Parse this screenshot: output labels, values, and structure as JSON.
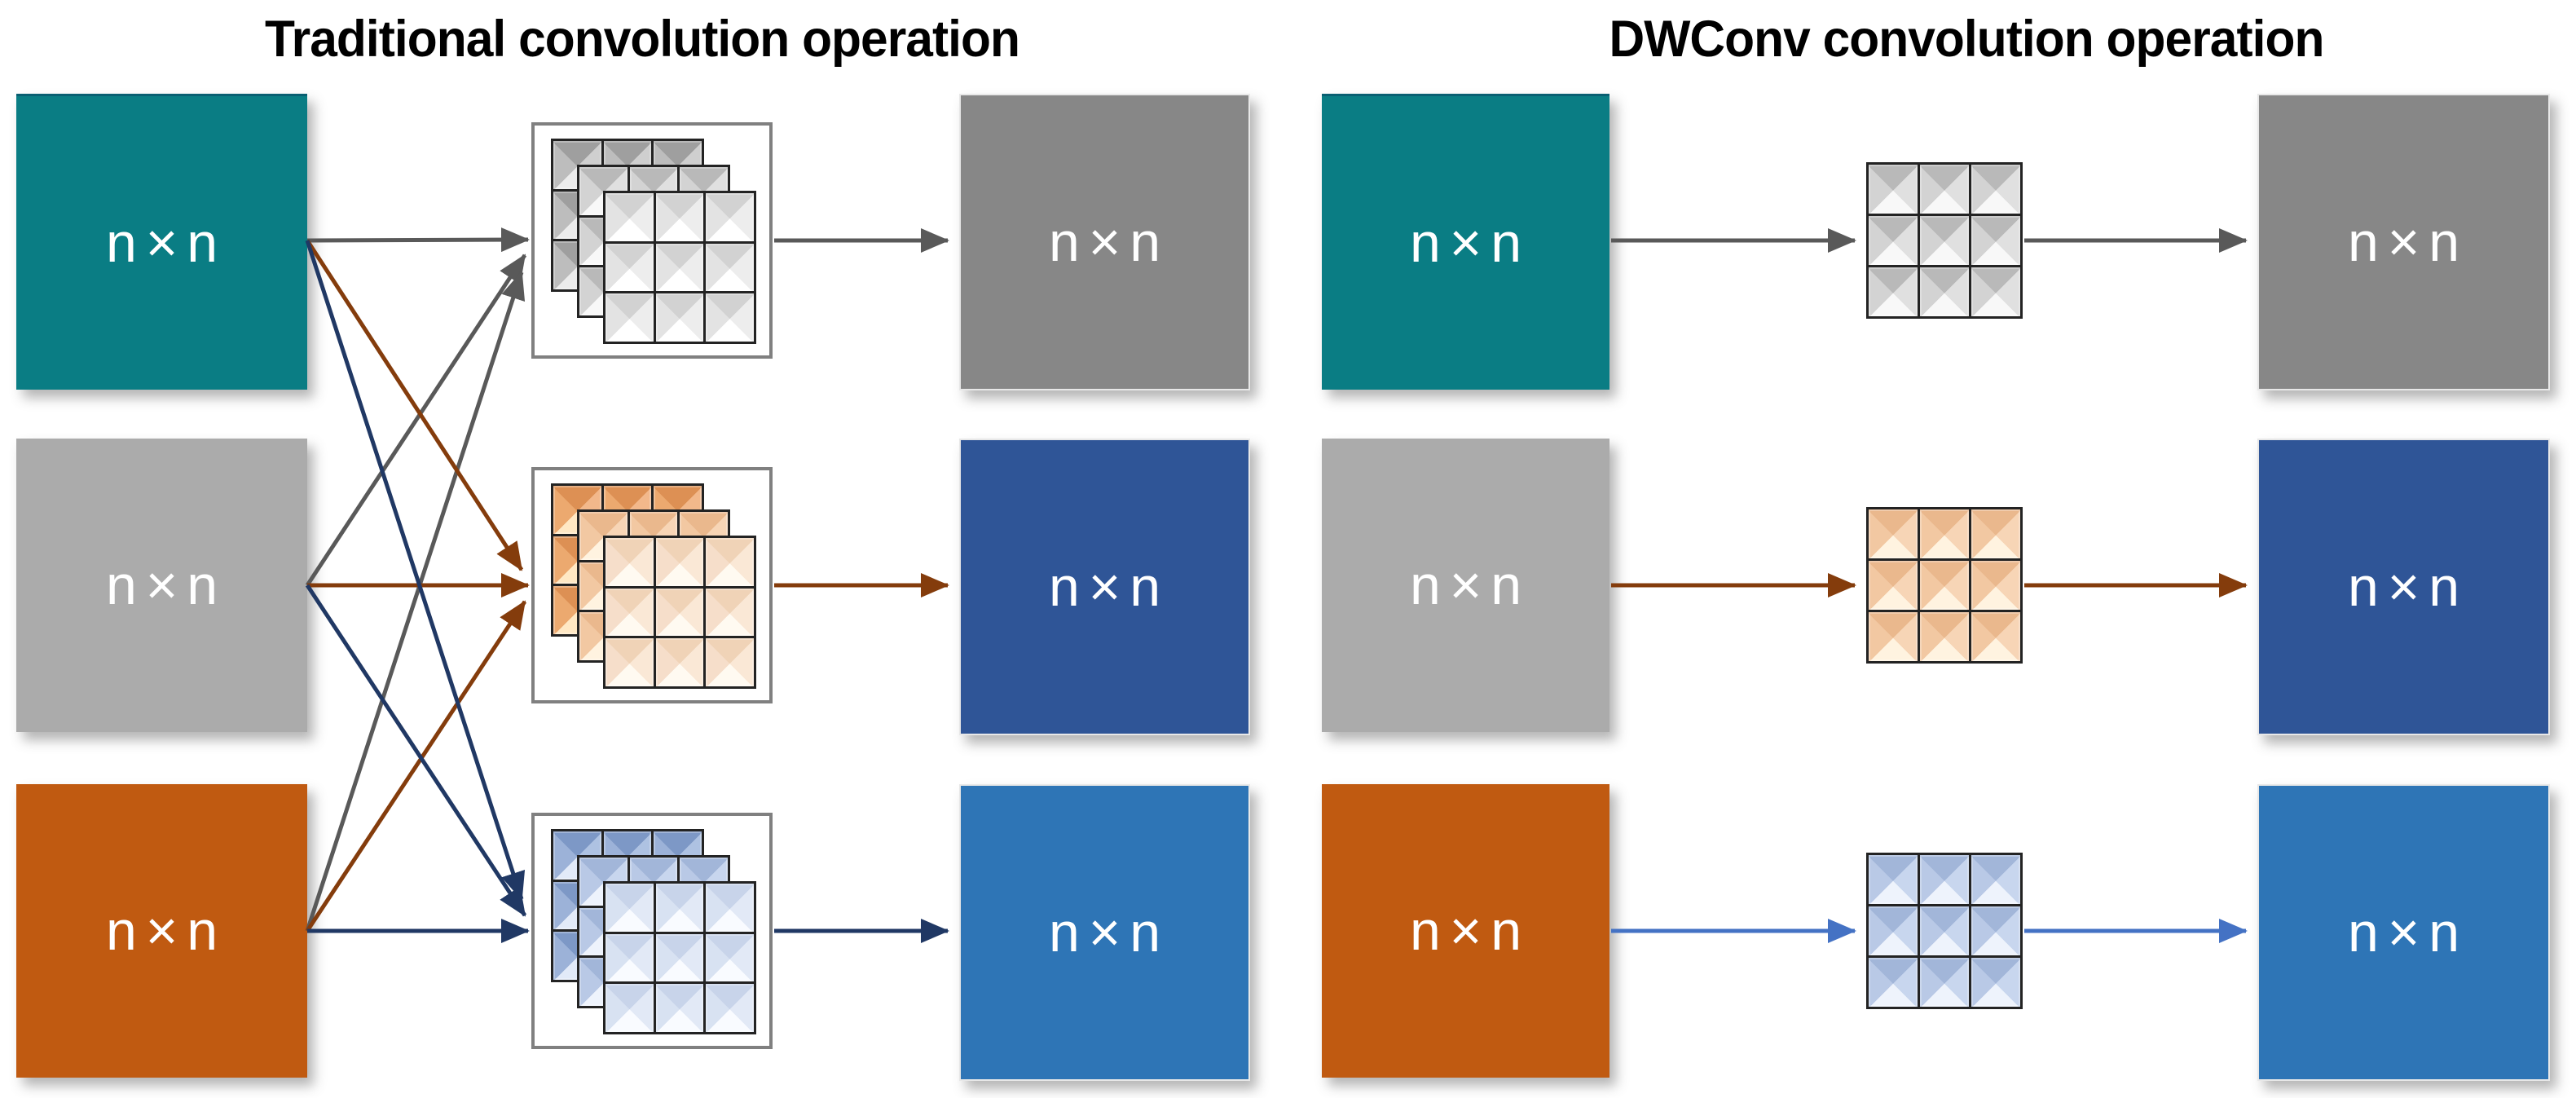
{
  "left_diagram": {
    "title": "Traditional convolution operation",
    "inputs": [
      {
        "label": "n×n"
      },
      {
        "label": "n×n"
      },
      {
        "label": "n×n"
      }
    ],
    "kernel_stacks": [
      {
        "name": "gray-kernel-stack",
        "grid": "3×3",
        "depth": 3
      },
      {
        "name": "orange-kernel-stack",
        "grid": "3×3",
        "depth": 3
      },
      {
        "name": "blue-kernel-stack",
        "grid": "3×3",
        "depth": 3
      }
    ],
    "outputs": [
      {
        "label": "n×n"
      },
      {
        "label": "n×n"
      },
      {
        "label": "n×n"
      }
    ]
  },
  "right_diagram": {
    "title": "DWConv convolution operation",
    "inputs": [
      {
        "label": "n×n"
      },
      {
        "label": "n×n"
      },
      {
        "label": "n×n"
      }
    ],
    "kernels": [
      {
        "name": "gray-kernel",
        "grid": "3×3"
      },
      {
        "name": "orange-kernel",
        "grid": "3×3"
      },
      {
        "name": "blue-kernel",
        "grid": "3×3"
      }
    ],
    "outputs": [
      {
        "label": "n×n"
      },
      {
        "label": "n×n"
      },
      {
        "label": "n×n"
      }
    ]
  },
  "colors": {
    "title_color": "#000000",
    "teal": "#0a7d84",
    "gray_input": "#ababab",
    "orange_input": "#c05a11",
    "gray_output": "#878787",
    "dark_blue_output": "#2f5597",
    "light_blue_output": "#2e75b6",
    "arrow_gray": "#595959",
    "arrow_brown": "#843c0c",
    "arrow_navy": "#203864",
    "arrow_blue": "#4472c4",
    "kernel_box_border": "#808080"
  }
}
